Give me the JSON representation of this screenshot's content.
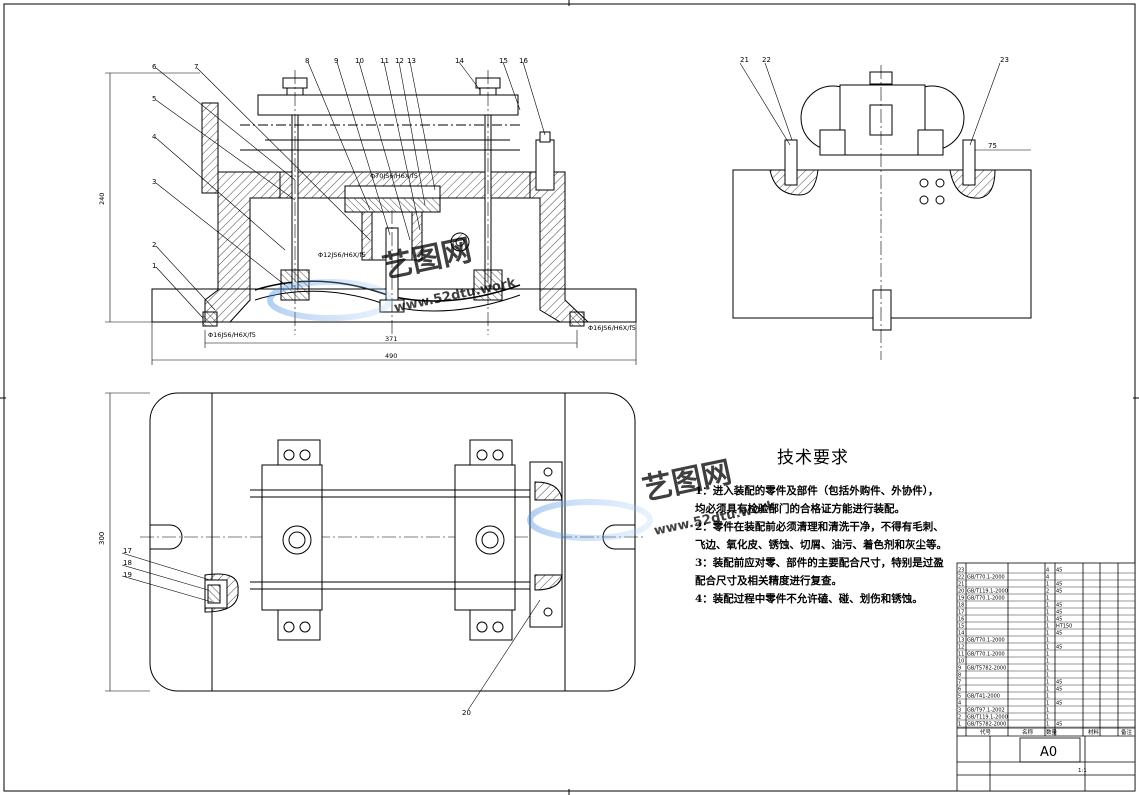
{
  "drawing": {
    "part_labels_front": [
      "1",
      "2",
      "3",
      "4",
      "5",
      "6",
      "7",
      "8",
      "9",
      "10",
      "11",
      "12",
      "13",
      "14",
      "15",
      "16"
    ],
    "part_labels_side": [
      "21",
      "22",
      "23"
    ],
    "part_labels_top": [
      "17",
      "18",
      "19",
      "20"
    ],
    "dims_front": {
      "height_left": "240",
      "width_inner": "371",
      "width_overall": "490",
      "fit_left": "Φ16JS6/H6X/f5",
      "fit_right": "Φ16JS6/H6X/f5",
      "fit_center": "Φ12JS6/H6X/f5",
      "fit_upper": "Φ70JS6/H6X/f5"
    },
    "dims_side": {
      "offset": "75"
    },
    "dims_top": {
      "height_left": "300"
    }
  },
  "tech_requirements": {
    "title": "技术要求",
    "items": [
      "1：进入装配的零件及部件（包括外购件、外协件），均必须具有检验部门的合格证方能进行装配。",
      "2：零件在装配前必须清理和清洗干净，不得有毛刺、飞边、氧化皮、锈蚀、切屑、油污、着色剂和灰尘等。",
      "3：装配前应对零、部件的主要配合尺寸，特别是过盈配合尺寸及相关精度进行复查。",
      "4：装配过程中零件不允许磕、碰、划伤和锈蚀。"
    ]
  },
  "title_block": {
    "sheet_size": "A0",
    "header_labels": [
      "代号",
      "名称",
      "数量",
      "材料",
      "备注"
    ],
    "rows": [
      {
        "no": "23",
        "code": "",
        "qty": "4",
        "mat": "45"
      },
      {
        "no": "22",
        "code": "GB/T70.1-2000",
        "qty": "4",
        "mat": ""
      },
      {
        "no": "21",
        "code": "",
        "qty": "1",
        "mat": "45"
      },
      {
        "no": "20",
        "code": "GB/T119.1-2000",
        "qty": "2",
        "mat": "45"
      },
      {
        "no": "19",
        "code": "GB/T70.1-2000",
        "qty": "1",
        "mat": ""
      },
      {
        "no": "18",
        "code": "",
        "qty": "1",
        "mat": "45"
      },
      {
        "no": "17",
        "code": "",
        "qty": "1",
        "mat": "45"
      },
      {
        "no": "16",
        "code": "",
        "qty": "1",
        "mat": "45"
      },
      {
        "no": "15",
        "code": "",
        "qty": "1",
        "mat": "HT150"
      },
      {
        "no": "14",
        "code": "",
        "qty": "1",
        "mat": "45"
      },
      {
        "no": "13",
        "code": "GB/T70.1-2000",
        "qty": "1",
        "mat": ""
      },
      {
        "no": "12",
        "code": "",
        "qty": "1",
        "mat": "45"
      },
      {
        "no": "11",
        "code": "GB/T70.1-2000",
        "qty": "1",
        "mat": ""
      },
      {
        "no": "10",
        "code": "",
        "qty": "1",
        "mat": ""
      },
      {
        "no": "9",
        "code": "GB/T5782-2000",
        "qty": "1",
        "mat": ""
      },
      {
        "no": "8",
        "code": "",
        "qty": "1",
        "mat": ""
      },
      {
        "no": "7",
        "code": "",
        "qty": "1",
        "mat": "45"
      },
      {
        "no": "6",
        "code": "",
        "qty": "1",
        "mat": "45"
      },
      {
        "no": "5",
        "code": "GB/T41-2000",
        "qty": "1",
        "mat": ""
      },
      {
        "no": "4",
        "code": "",
        "qty": "1",
        "mat": "45"
      },
      {
        "no": "3",
        "code": "GB/T97.1-2002",
        "qty": "1",
        "mat": ""
      },
      {
        "no": "2",
        "code": "GB/T119.1-2000",
        "qty": "1",
        "mat": ""
      },
      {
        "no": "1",
        "code": "GB/T5782-2000",
        "qty": "1",
        "mat": "45"
      }
    ],
    "scale": "1:1"
  },
  "watermark": {
    "brand": "艺图网",
    "site": "www.52dtu.work"
  }
}
